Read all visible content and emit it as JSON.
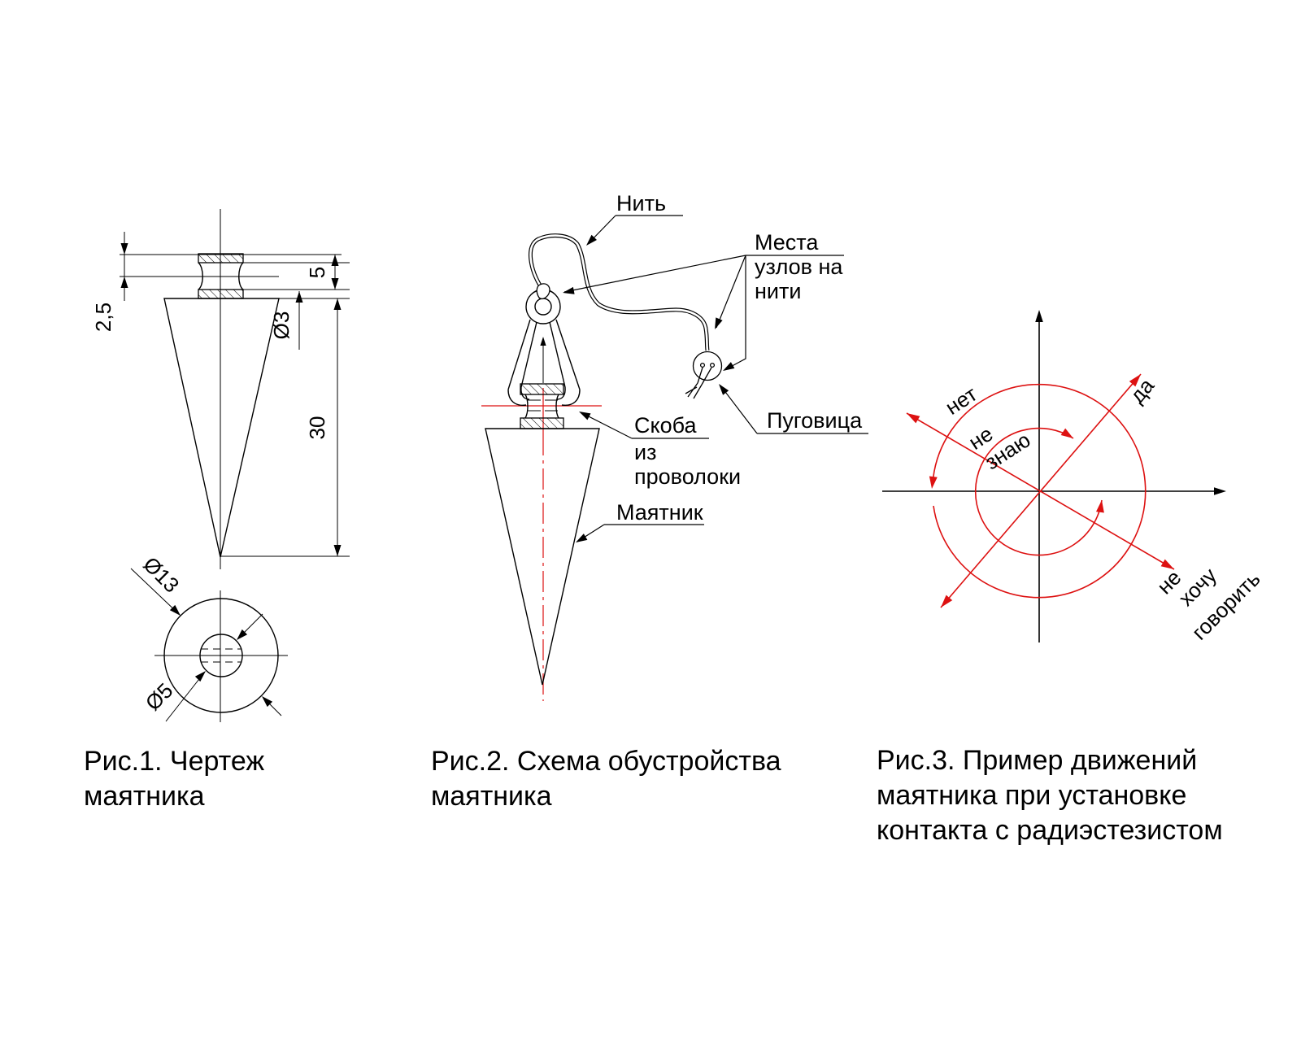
{
  "fig1": {
    "caption1": "Рис.1. Чертеж",
    "caption2": "маятника",
    "dim_2_5": "2,5",
    "dim_5": "5",
    "dim_d3": "Ø3",
    "dim_30": "30",
    "dim_d13": "Ø13",
    "dim_d5": "Ø5"
  },
  "fig2": {
    "caption1": "Рис.2. Схема обустройства",
    "caption2": "маятника",
    "label_thread": "Нить",
    "label_knots1": "Места",
    "label_knots2": "узлов на",
    "label_knots3": "нити",
    "label_button": "Пуговица",
    "label_bracket1": "Скоба",
    "label_bracket2": "из",
    "label_bracket3": "проволоки",
    "label_pendulum": "Маятник"
  },
  "fig3": {
    "caption1": "Рис.3. Пример движений",
    "caption2": "маятника при установке",
    "caption3": "контакта с радиэстезистом",
    "label_no": "нет",
    "label_yes": "да",
    "label_dk1": "не",
    "label_dk2": "знаю",
    "label_ref1": "не",
    "label_ref2": "хочу",
    "label_ref3": "говорить"
  },
  "colors": {
    "line": "#000000",
    "accent_red": "#dd1111",
    "background": "#ffffff"
  }
}
